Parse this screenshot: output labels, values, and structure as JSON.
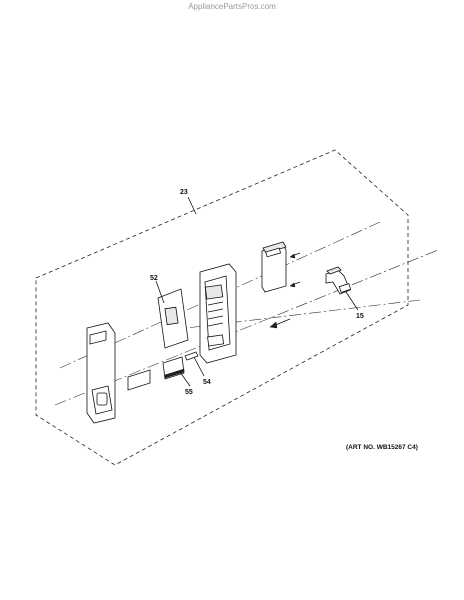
{
  "watermark": "AppliancePartsPros.com",
  "callouts": {
    "assembly": "23",
    "front_panel_label": "52",
    "control_board": "54",
    "small_part": "55",
    "latch_part": "15"
  },
  "art_number": "(ART NO. WB15267 C4)"
}
